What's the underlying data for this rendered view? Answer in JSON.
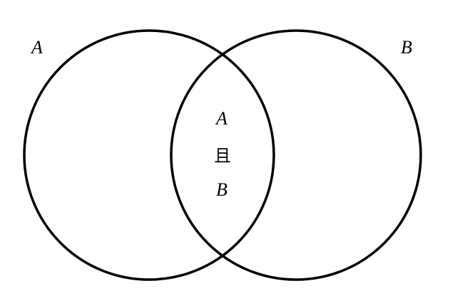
{
  "diagram": {
    "left_set": "A",
    "right_set": "B",
    "intersection": {
      "line1": "A",
      "line2": "且",
      "line3": "B"
    },
    "stroke_color": "#000000",
    "background_color": "#ffffff"
  }
}
